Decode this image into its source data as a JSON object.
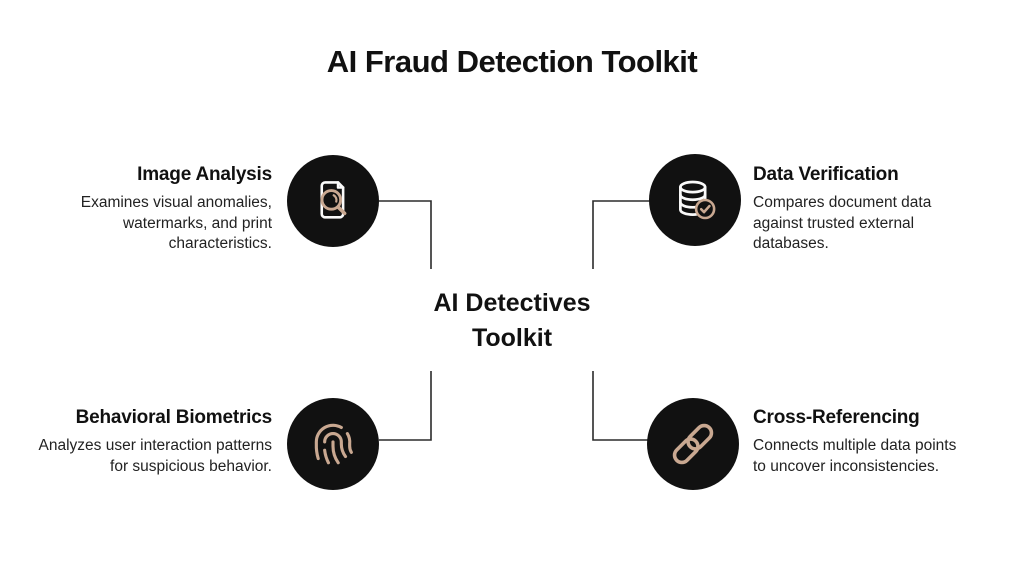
{
  "page": {
    "title": "AI Fraud Detection Toolkit"
  },
  "center": {
    "label": "AI Detectives\nToolkit"
  },
  "colors": {
    "background": "#ffffff",
    "circle_fill": "#111111",
    "icon_white": "#fafafa",
    "accent_tan": "#c9a891",
    "text": "#1a1a1a",
    "connector": "#2b2b2b"
  },
  "items": [
    {
      "id": "image-analysis",
      "title": "Image Analysis",
      "description": "Examines visual anomalies, watermarks, and print characteristics.",
      "icon": "document-search-icon",
      "position": "top-left"
    },
    {
      "id": "data-verification",
      "title": "Data Verification",
      "description": "Compares document data against trusted external databases.",
      "icon": "database-check-icon",
      "position": "top-right"
    },
    {
      "id": "behavioral-biometrics",
      "title": "Behavioral Biometrics",
      "description": "Analyzes user interaction patterns for suspicious behavior.",
      "icon": "fingerprint-icon",
      "position": "bottom-left"
    },
    {
      "id": "cross-referencing",
      "title": "Cross-Referencing",
      "description": "Connects multiple data points to uncover inconsistencies.",
      "icon": "chain-link-icon",
      "position": "bottom-right"
    }
  ]
}
